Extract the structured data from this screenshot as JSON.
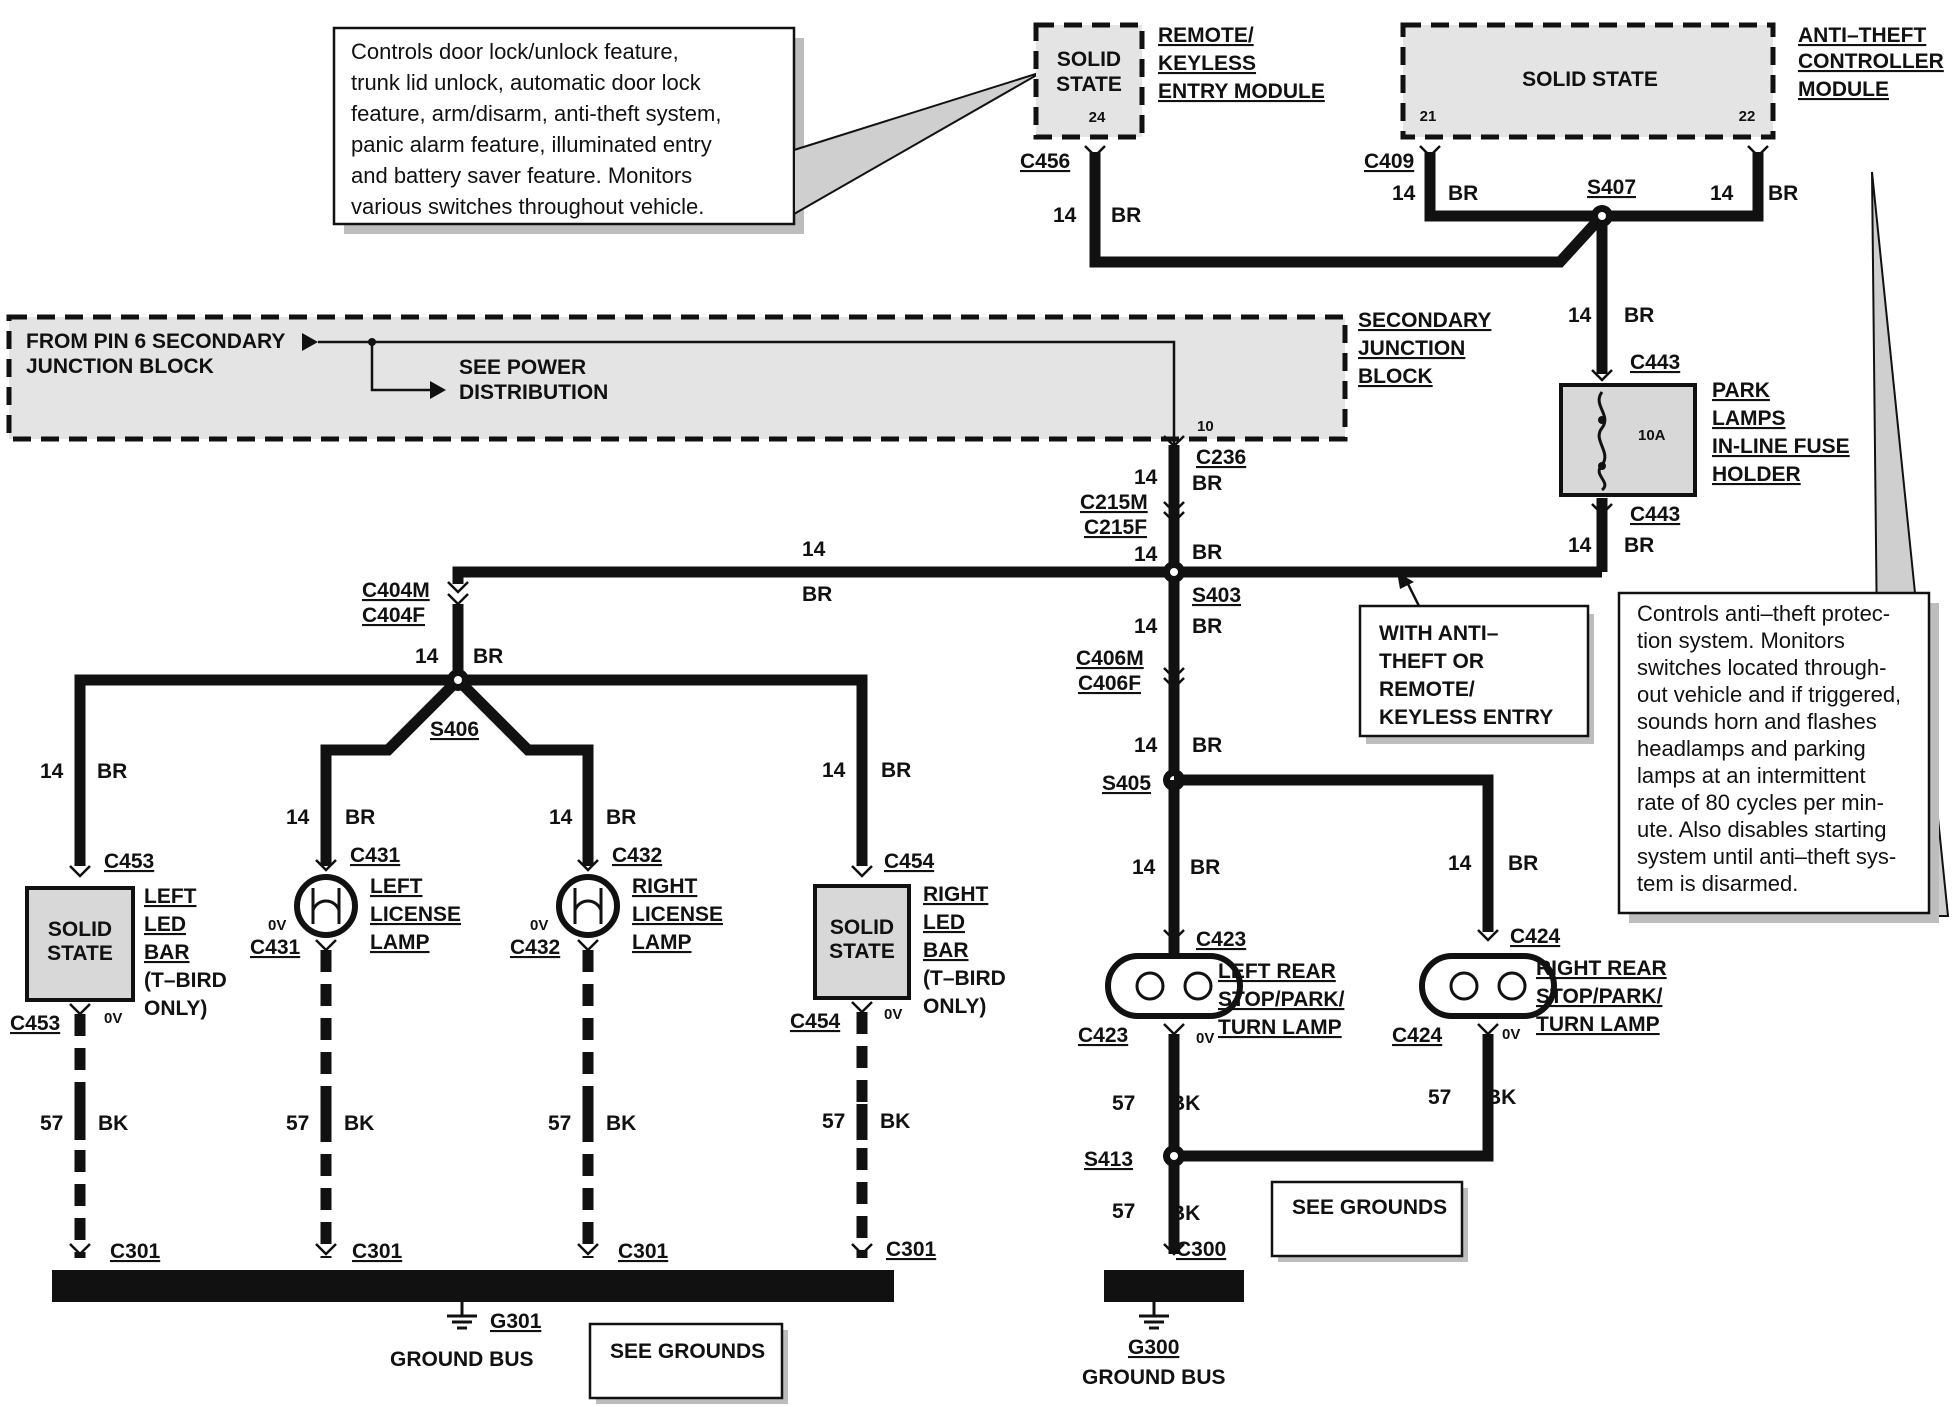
{
  "notes": {
    "rkem_description": [
      "Controls door lock/unlock feature,",
      "trunk lid unlock, automatic door lock",
      "feature, arm/disarm, anti-theft system,",
      "panic alarm feature, illuminated entry",
      "and battery saver feature.  Monitors",
      "various switches throughout vehicle."
    ],
    "atcm_description": [
      "Controls anti–theft protec-",
      "tion  system.    Monitors",
      "switches located through-",
      "out vehicle and if triggered,",
      "sounds  horn  and  flashes",
      "headlamps  and  parking",
      "lamps  at  an  intermittent",
      "rate of 80 cycles per min-",
      "ute.  Also disables starting",
      "system until anti–theft sys-",
      "tem is disarmed."
    ],
    "with_anti_theft": [
      "WITH ANTI–",
      "THEFT OR",
      "REMOTE/",
      "KEYLESS ENTRY"
    ]
  },
  "modules": {
    "rkem": {
      "solid_state": [
        "SOLID",
        "STATE"
      ],
      "pin": "24",
      "name": [
        "REMOTE/",
        "KEYLESS",
        "ENTRY MODULE"
      ],
      "connector": "C456"
    },
    "atcm": {
      "solid_state": "SOLID STATE",
      "pin_left": "21",
      "pin_right": "22",
      "name": [
        "ANTI–THEFT",
        "CONTROLLER",
        "MODULE"
      ],
      "connector": "C409"
    },
    "sjb": {
      "from_text": [
        "FROM PIN 6 SECONDARY",
        "JUNCTION BLOCK"
      ],
      "see_text": [
        "SEE POWER",
        "DISTRIBUTION"
      ],
      "name": [
        "SECONDARY",
        "JUNCTION",
        "BLOCK"
      ],
      "pin": "10",
      "connector": "C236"
    },
    "fuse": {
      "name": [
        "PARK",
        "LAMPS",
        "IN-LINE FUSE",
        "HOLDER"
      ],
      "rating": "10A",
      "connector": "C443"
    }
  },
  "splices": {
    "s407": "S407",
    "s403": "S403",
    "s406": "S406",
    "s405": "S405",
    "s413": "S413"
  },
  "connectors": {
    "c215m": "C215M",
    "c215f": "C215F",
    "c404m": "C404M",
    "c404f": "C404F",
    "c406m": "C406M",
    "c406f": "C406F",
    "c300": "C300",
    "c301": "C301"
  },
  "wire": {
    "gauge14": "14",
    "br": "BR",
    "gauge57": "57",
    "bk": "BK",
    "zero_v": "0V"
  },
  "loads": {
    "left_led": {
      "solid_state": [
        "SOLID",
        "STATE"
      ],
      "name": [
        "LEFT",
        "LED",
        "BAR"
      ],
      "extra": [
        "(T–BIRD",
        "ONLY)"
      ],
      "connector": "C453"
    },
    "left_lic": {
      "name": [
        "LEFT",
        "LICENSE",
        "LAMP"
      ],
      "connector": "C431"
    },
    "right_lic": {
      "name": [
        "RIGHT",
        "LICENSE",
        "LAMP"
      ],
      "connector": "C432"
    },
    "right_led": {
      "solid_state": [
        "SOLID",
        "STATE"
      ],
      "name": [
        "RIGHT",
        "LED",
        "BAR"
      ],
      "extra": [
        "(T–BIRD",
        "ONLY)"
      ],
      "connector": "C454"
    },
    "left_rear": {
      "name": [
        "LEFT REAR",
        "STOP/PARK/",
        "TURN LAMP"
      ],
      "connector": "C423"
    },
    "right_rear": {
      "name": [
        "RIGHT REAR",
        "STOP/PARK/",
        "TURN LAMP"
      ],
      "connector": "C424"
    }
  },
  "grounds": {
    "g301": "G301",
    "g301_label": "GROUND BUS",
    "g300": "G300",
    "g300_label": "GROUND BUS",
    "see_grounds": "SEE GROUNDS"
  }
}
